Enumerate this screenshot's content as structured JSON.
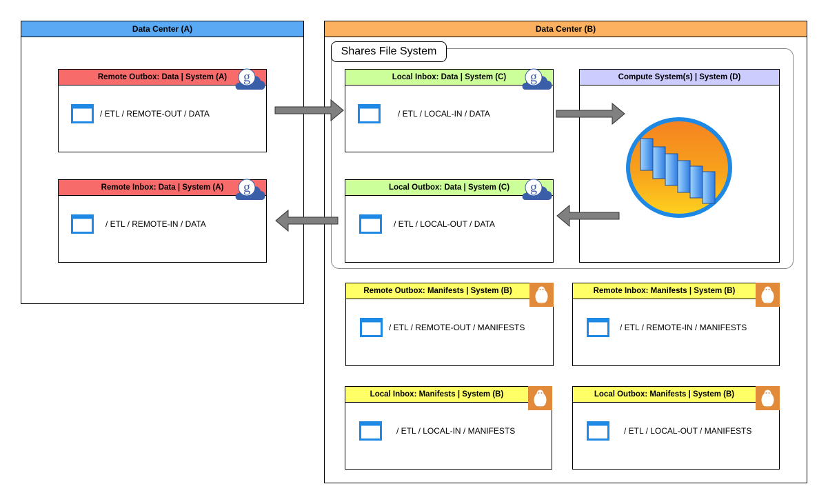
{
  "colors": {
    "dc_a_header": "#5aa9f5",
    "dc_b_header": "#fbb160",
    "data_sys_a_header": "#f76b6b",
    "data_sys_c_header": "#ccff99",
    "compute_header": "#ccccff",
    "manifest_header": "#ffff66",
    "folder_icon": "#1e88e5",
    "arrow_fill": "#808080",
    "linux_badge": "#e08a3a"
  },
  "data_center_a": {
    "title": "Data Center (A)",
    "remote_outbox": {
      "title": "Remote Outbox: Data | System (A)",
      "path": "/ ETL / REMOTE-OUT / DATA",
      "icon": "globus-cloud-icon"
    },
    "remote_inbox": {
      "title": "Remote Inbox: Data | System (A)",
      "path": "/ ETL / REMOTE-IN / DATA",
      "icon": "globus-cloud-icon"
    }
  },
  "data_center_b": {
    "title": "Data Center (B)",
    "shares_fs_label": "Shares File System",
    "local_inbox": {
      "title": "Local Inbox: Data | System (C)",
      "path": "/ ETL / LOCAL-IN / DATA",
      "icon": "globus-cloud-icon"
    },
    "local_outbox": {
      "title": "Local Outbox: Data | System (C)",
      "path": "/ ETL / LOCAL-OUT / DATA",
      "icon": "globus-cloud-icon"
    },
    "compute": {
      "title": "Compute System(s) | System (D)",
      "icon": "server-cluster-icon"
    },
    "remote_outbox_manifests": {
      "title": "Remote Outbox: Manifests | System (B)",
      "path": "/ ETL / REMOTE-OUT / MANIFESTS",
      "icon": "linux-icon"
    },
    "remote_inbox_manifests": {
      "title": "Remote Inbox: Manifests | System (B)",
      "path": "/ ETL / REMOTE-IN / MANIFESTS",
      "icon": "linux-icon"
    },
    "local_inbox_manifests": {
      "title": "Local Inbox: Manifests | System (B)",
      "path": "/ ETL / LOCAL-IN / MANIFESTS",
      "icon": "linux-icon"
    },
    "local_outbox_manifests": {
      "title": "Local Outbox: Manifests | System (B)",
      "path": "/ ETL / LOCAL-OUT / MANIFESTS",
      "icon": "linux-icon"
    }
  }
}
